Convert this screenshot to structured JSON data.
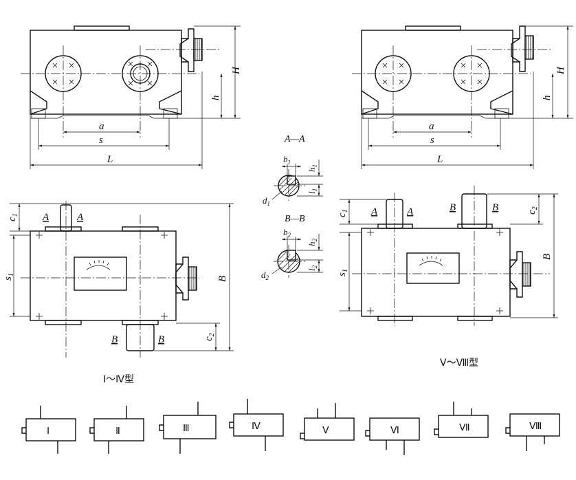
{
  "labels": {
    "a": "a",
    "s": "s",
    "L": "L",
    "H": "H",
    "h": "h",
    "B": "B",
    "c1": "c",
    "c1_sub": "1",
    "c2": "c",
    "c2_sub": "2",
    "s1": "s",
    "s1_sub": "1",
    "A": "A",
    "Bs": "B"
  },
  "sections": {
    "aa_title": "A—A",
    "bb_title": "B—B",
    "b1": "b",
    "b1_sub": "1",
    "h1": "h",
    "h1_sub": "1",
    "l1": "l",
    "l1_sub": "1",
    "d1": "d",
    "d1_sub": "1",
    "b2": "b",
    "b2_sub": "2",
    "h2": "h",
    "h2_sub": "2",
    "l2": "l",
    "l2_sub": "2",
    "d2": "d",
    "d2_sub": "2"
  },
  "captions": {
    "left": "Ⅰ～Ⅳ型",
    "right": "Ⅴ～Ⅷ型"
  },
  "types": [
    "Ⅰ",
    "Ⅱ",
    "Ⅲ",
    "Ⅳ",
    "Ⅴ",
    "Ⅵ",
    "Ⅶ",
    "Ⅷ"
  ]
}
